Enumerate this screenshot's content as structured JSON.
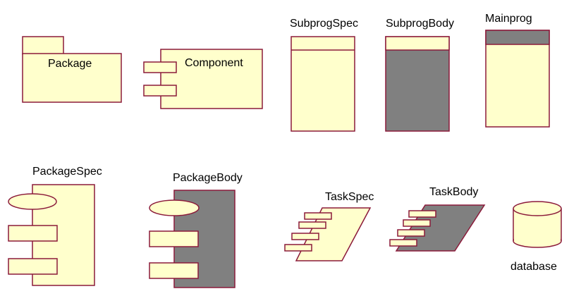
{
  "colors": {
    "fill": "#ffffcc",
    "dark": "#808080",
    "stroke": "#8b1a3a",
    "background": "#ffffff",
    "text": "#000000"
  },
  "labels": {
    "package": "Package",
    "component": "Component",
    "subprog_spec": "SubprogSpec",
    "subprog_body": "SubprogBody",
    "mainprog": "Mainprog",
    "package_spec": "PackageSpec",
    "package_body": "PackageBody",
    "task_spec": "TaskSpec",
    "task_body": "TaskBody",
    "database": "database"
  }
}
